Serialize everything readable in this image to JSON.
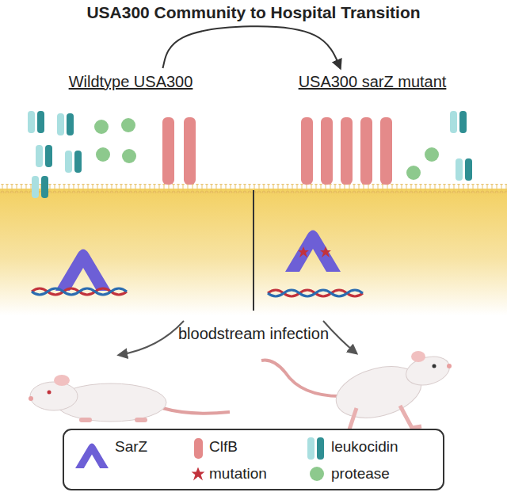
{
  "diagram": {
    "title": "USA300 Community to Hospital Transition",
    "nodes": [
      {
        "text": [
          "Wildtype USA300"
        ]
      },
      {
        "text": [
          "USA300 sarZ mutant"
        ]
      }
    ],
    "edges": [
      {
        "from": 0,
        "to": 1,
        "arrow": "to"
      }
    ],
    "labels": [
      "bloodstream infection"
    ],
    "legend": [
      {
        "text": "SarZ"
      },
      {
        "text": "ClfB"
      },
      {
        "text": "leukocidin"
      },
      {
        "text": "mutation"
      },
      {
        "text": "protease"
      }
    ]
  }
}
